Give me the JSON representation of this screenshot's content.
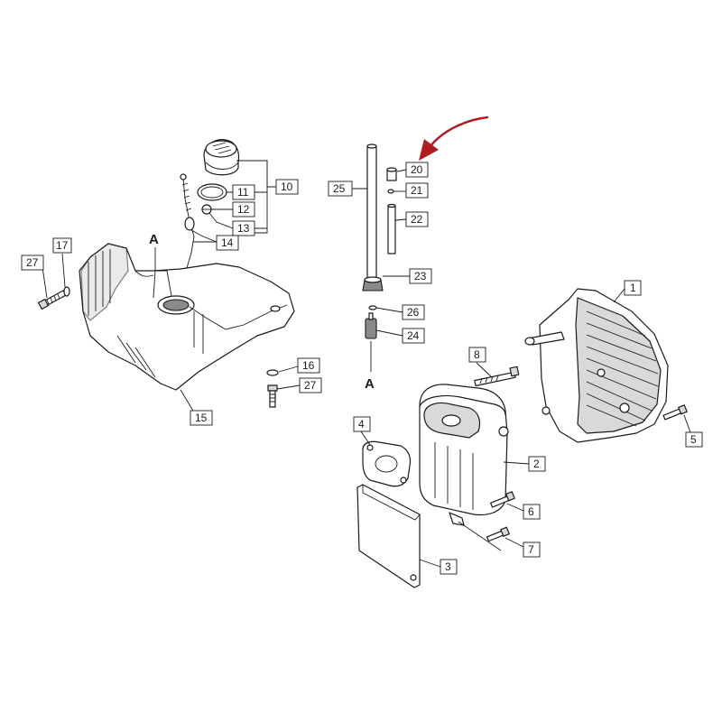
{
  "diagram": {
    "reference_letters": [
      "A",
      "A"
    ],
    "highlight_arrow_color": "#b01c22",
    "callouts": [
      {
        "id": "c1",
        "label": "1"
      },
      {
        "id": "c2",
        "label": "2"
      },
      {
        "id": "c3",
        "label": "3"
      },
      {
        "id": "c4",
        "label": "4"
      },
      {
        "id": "c5",
        "label": "5"
      },
      {
        "id": "c6",
        "label": "6"
      },
      {
        "id": "c7",
        "label": "7"
      },
      {
        "id": "c8",
        "label": "8"
      },
      {
        "id": "c10",
        "label": "10"
      },
      {
        "id": "c11",
        "label": "11"
      },
      {
        "id": "c12",
        "label": "12"
      },
      {
        "id": "c13",
        "label": "13"
      },
      {
        "id": "c14",
        "label": "14"
      },
      {
        "id": "c15",
        "label": "15"
      },
      {
        "id": "c16",
        "label": "16"
      },
      {
        "id": "c17",
        "label": "17"
      },
      {
        "id": "c20",
        "label": "20"
      },
      {
        "id": "c21",
        "label": "21"
      },
      {
        "id": "c22",
        "label": "22"
      },
      {
        "id": "c23",
        "label": "23"
      },
      {
        "id": "c24",
        "label": "24"
      },
      {
        "id": "c25",
        "label": "25"
      },
      {
        "id": "c26",
        "label": "26"
      },
      {
        "id": "c27a",
        "label": "27"
      },
      {
        "id": "c27b",
        "label": "27"
      }
    ]
  }
}
